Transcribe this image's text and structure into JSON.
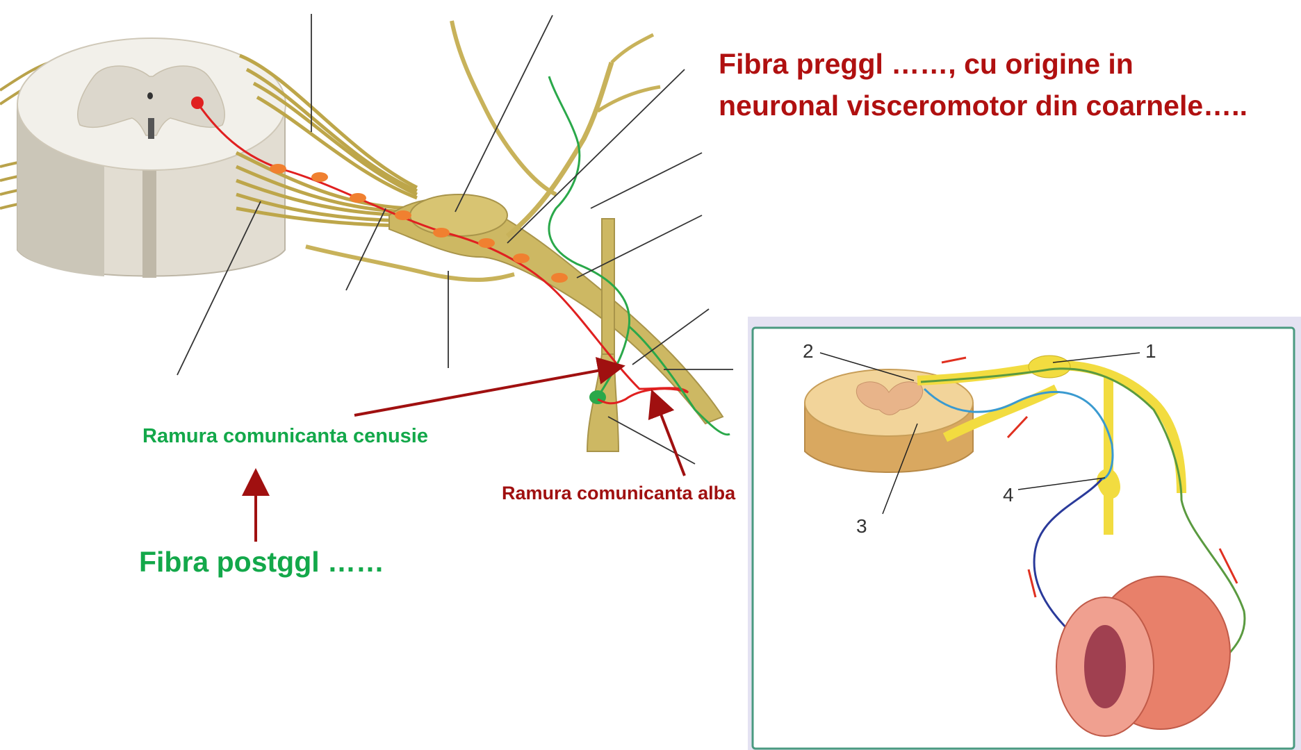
{
  "header": {
    "line1": "Fibra preggl ……, cu origine in",
    "line2": "neuronal visceromotor din coarnele….."
  },
  "labels": {
    "grey_ramus": "Ramura comunicanta cenusie",
    "white_ramus": "Ramura comunicanta alba",
    "postganglionic": "Fibra postggl ……"
  },
  "inset": {
    "markers": [
      "1",
      "2",
      "3",
      "4"
    ]
  },
  "colors": {
    "preganglionic": "#e02020",
    "postganglionic": "#2aa84a",
    "nerve": "#c9b560",
    "annotation_red": "#a01010",
    "annotation_green": "#13a84a",
    "inset_frame": "#4a9a80"
  }
}
